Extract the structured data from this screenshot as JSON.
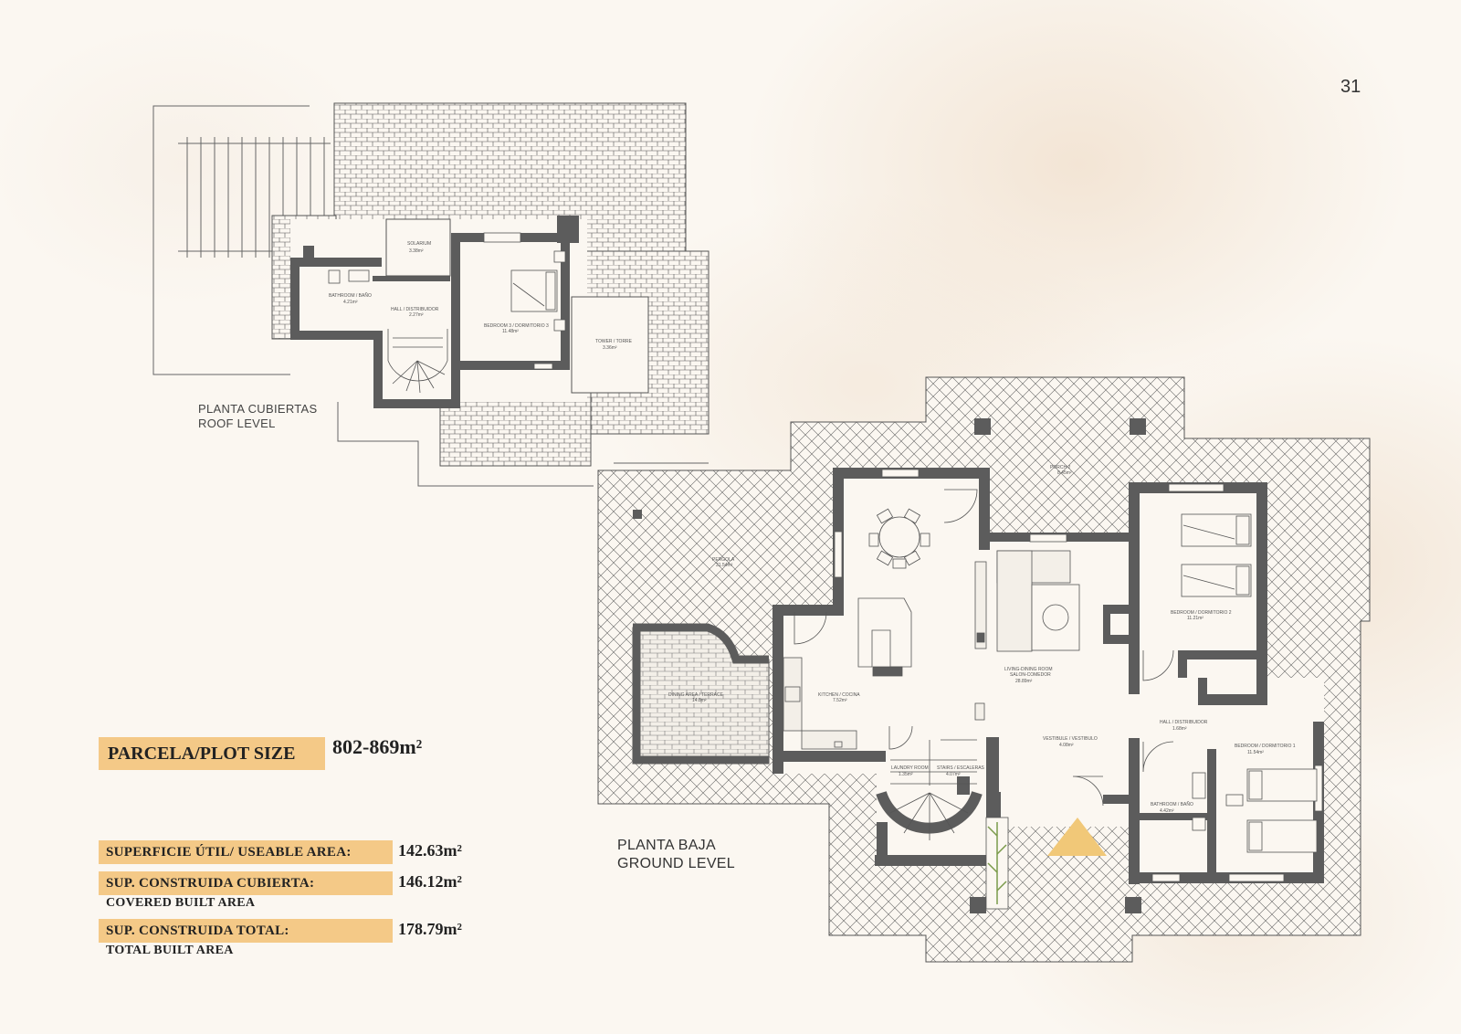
{
  "page": {
    "number": "31"
  },
  "roof_plan": {
    "caption_line1": "PLANTA CUBIERTAS",
    "caption_line2": "ROOF LEVEL",
    "rooms": [
      {
        "name": "SOLARIUM",
        "area": "3.38m²"
      },
      {
        "name": "BATHROOM / BAÑO",
        "area": "4.21m²"
      },
      {
        "name": "HALL / DISTRIBUIDOR",
        "area": "2.27m²"
      },
      {
        "name": "BEDROOM 3 / DORMITORIO 3",
        "area": "11.48m²"
      },
      {
        "name": "TOWER / TORRE",
        "area": "3.36m²"
      }
    ]
  },
  "ground_plan": {
    "caption_line1": "PLANTA BAJA",
    "caption_line2": "GROUND LEVEL",
    "rooms": [
      {
        "name": "PORCH 2",
        "area": "8.45m²"
      },
      {
        "name": "PERGOLA",
        "area": "31.54m²"
      },
      {
        "name": "DINING AREA / TERRACE",
        "area": "14.8m²"
      },
      {
        "name": "KITCHEN / COCINA",
        "area": "7.52m²"
      },
      {
        "name": "LIVING-DINING ROOM",
        "area": ""
      },
      {
        "name": "SALON-COMEDOR",
        "area": "28.89m²"
      },
      {
        "name": "BEDROOM / DORMITORIO 2",
        "area": "11.21m²"
      },
      {
        "name": "HALL / DISTRIBUIDOR",
        "area": "1.68m²"
      },
      {
        "name": "VESTIBULE / VESTIBULO",
        "area": "4.08m²"
      },
      {
        "name": "BEDROOM / DORMITORIO 1",
        "area": "11.54m²"
      },
      {
        "name": "BATHROOM / BAÑO",
        "area": "4.42m²"
      },
      {
        "name": "LAUNDRY ROOM",
        "area": "1.35m²"
      },
      {
        "name": "STAIRS / ESCALERAS",
        "area": "4.07m²"
      }
    ]
  },
  "plot": {
    "label": "PARCELA/PLOT SIZE",
    "value": "802-869m²"
  },
  "areas": [
    {
      "label": "SUPERFICIE ÚTIL/ USEABLE AREA:",
      "value": "142.63m²",
      "sub": ""
    },
    {
      "label": "SUP. CONSTRUIDA CUBIERTA:",
      "value": "146.12m²",
      "sub": "COVERED BUILT AREA"
    },
    {
      "label": "SUP. CONSTRUIDA TOTAL:",
      "value": "178.79m²",
      "sub": "TOTAL BUILT AREA"
    }
  ],
  "colors": {
    "wall": "#5c5c5c",
    "accent": "#f4c987",
    "north_arrow": "#f1c878"
  }
}
